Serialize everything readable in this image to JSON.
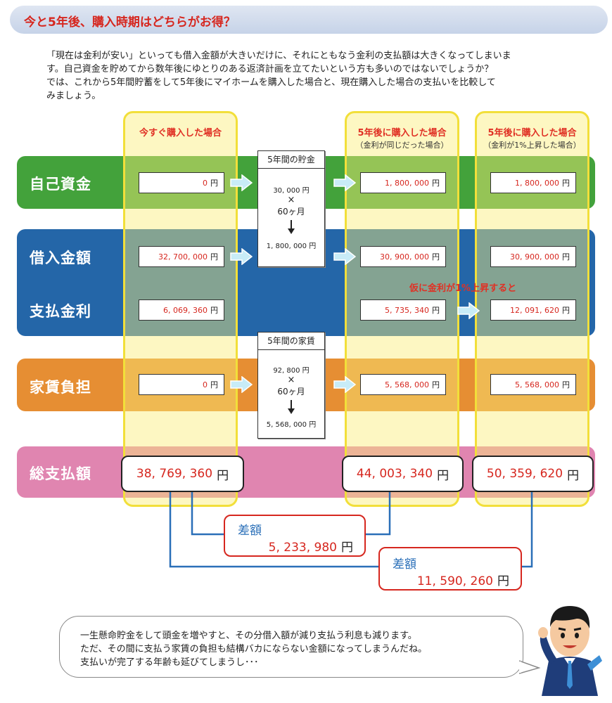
{
  "header": {
    "title": "今と5年後、購入時期はどちらがお得？"
  },
  "intro": {
    "lines": [
      "「現在は金利が安い」といっても借入金額が大きいだけに、それにともなう金利の支払額は大きくなってしまいま",
      "す。自己資金を貯めてから数年後にゆとりのある返済計画を立てたいという方も多いのではないでしょうか？",
      "では、これから5年間貯蓄をして5年後にマイホームを購入した場合と、現在購入した場合の支払いを比較して",
      "みましょう。"
    ]
  },
  "columns": {
    "now": {
      "title": "今すぐ購入した場合"
    },
    "five_same": {
      "title": "5年後に購入した場合",
      "subtitle": "（金利が同じだった場合）"
    },
    "five_up": {
      "title": "5年後に購入した場合",
      "subtitle": "（金利が1%上昇した場合）"
    }
  },
  "rows": {
    "jiko": "自己資金",
    "kari": "借入金額",
    "kinri": "支払金利",
    "yachin": "家賃負担",
    "total": "総支払額"
  },
  "unit": "円",
  "values": {
    "now": {
      "jiko": "0",
      "kari": "32, 700, 000",
      "kinri": "6, 069, 360",
      "yachin": "0",
      "total": "38, 769, 360"
    },
    "five_same": {
      "jiko": "1, 800, 000",
      "kari": "30, 900, 000",
      "kinri": "5, 735, 340",
      "yachin": "5, 568, 000",
      "total": "44, 003, 340"
    },
    "five_up": {
      "jiko": "1, 800, 000",
      "kari": "30, 900, 000",
      "kinri": "12, 091, 620",
      "yachin": "5, 568, 000",
      "total": "50, 359, 620"
    }
  },
  "savings": {
    "title": "5年間の貯金",
    "monthly": "30, 000 円",
    "times": "×",
    "months": "60ヶ月",
    "result": "1, 800, 000 円"
  },
  "rent": {
    "title": "5年間の家賃",
    "monthly": "92, 800 円",
    "times": "×",
    "months": "60ヶ月",
    "result": "5, 568, 000 円"
  },
  "note_rate_up": "仮に金利が1%上昇すると",
  "differences": {
    "label": "差額",
    "first": "5, 233, 980",
    "second": "11, 590, 260"
  },
  "bubble": {
    "lines": [
      "一生懸命貯金をして頭金を増やすと、その分借入額が減り支払う利息も減ります。",
      "ただ、その間に支払う家賃の負担も結構バカにならない金額になってしまうんだね。",
      "支払いが完了する年齢も延びてしまうし･･･"
    ]
  },
  "colors": {
    "accent_red": "#d6271f",
    "green": "#43a23b",
    "blue": "#2466a8",
    "orange": "#e68e33",
    "pink": "#e085b0",
    "column_yellow": "#f2df3a",
    "diff_label_blue": "#2a6fb8"
  }
}
